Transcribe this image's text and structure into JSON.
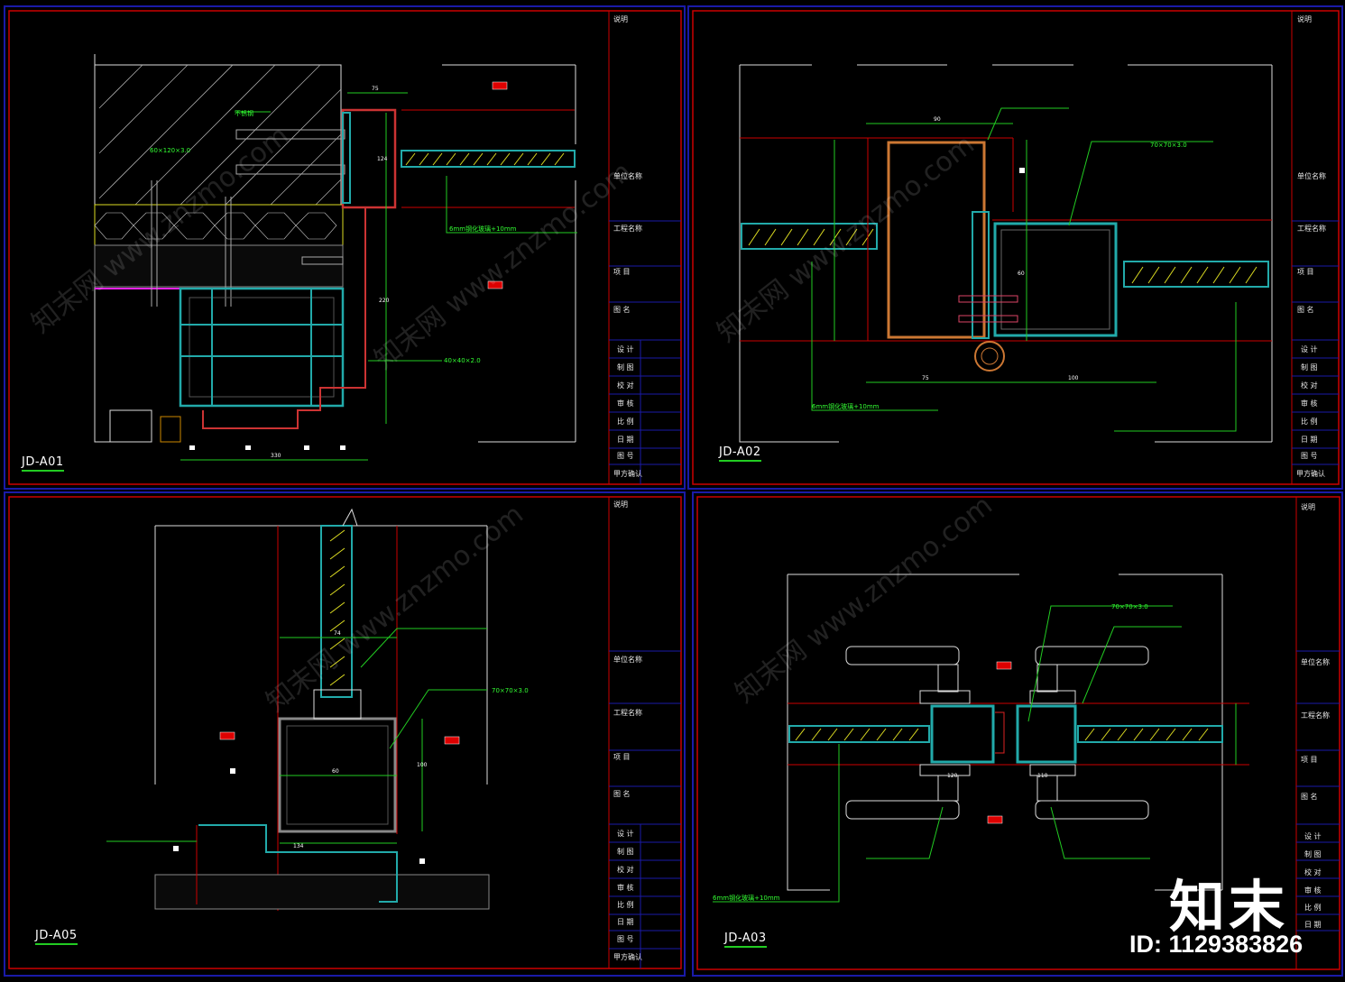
{
  "panels": [
    {
      "id": "JD-A01"
    },
    {
      "id": "JD-A02"
    },
    {
      "id": "JD-A05"
    },
    {
      "id": "JD-A03"
    }
  ],
  "title_block": {
    "header": "说明",
    "unit_name": "单位名称",
    "project_name": "工程名称",
    "item": "项 目",
    "drawing_name": "图 名",
    "rows": [
      "设 计",
      "制 图",
      "校 对",
      "审 核",
      "比 例",
      "日 期",
      "图 号",
      "甲方确认"
    ]
  },
  "a01": {
    "note1": "不锈钢",
    "note2": "60×120×3.0",
    "note3": "6mm钢化玻璃+10mm",
    "note4": "40×40×2.0",
    "dim_75": "75",
    "dim_124": "124",
    "dim_220": "220",
    "dim_330": "330"
  },
  "a02": {
    "note1": "70×70×3.0",
    "dim_90": "90",
    "dim_75": "75",
    "dim_100": "100",
    "dim_60": "60",
    "note_glass": "6mm钢化玻璃+10mm"
  },
  "a05": {
    "note1": "70×70×3.0",
    "dim_60": "60",
    "dim_74": "74",
    "dim_100": "100",
    "dim_134": "134"
  },
  "a03": {
    "note1": "70×70×3.0",
    "dim_120": "120",
    "dim_110": "110",
    "note_glass": "6mm钢化玻璃+10mm"
  },
  "watermark": {
    "logo": "知末",
    "id": "ID: 1129383826",
    "diag": "知末网 www.znzmo.com"
  },
  "colors": {
    "frame": "#1a1aa8",
    "border": "#cc0000",
    "glass": "#22aaaa",
    "dim": "#22cc22"
  }
}
